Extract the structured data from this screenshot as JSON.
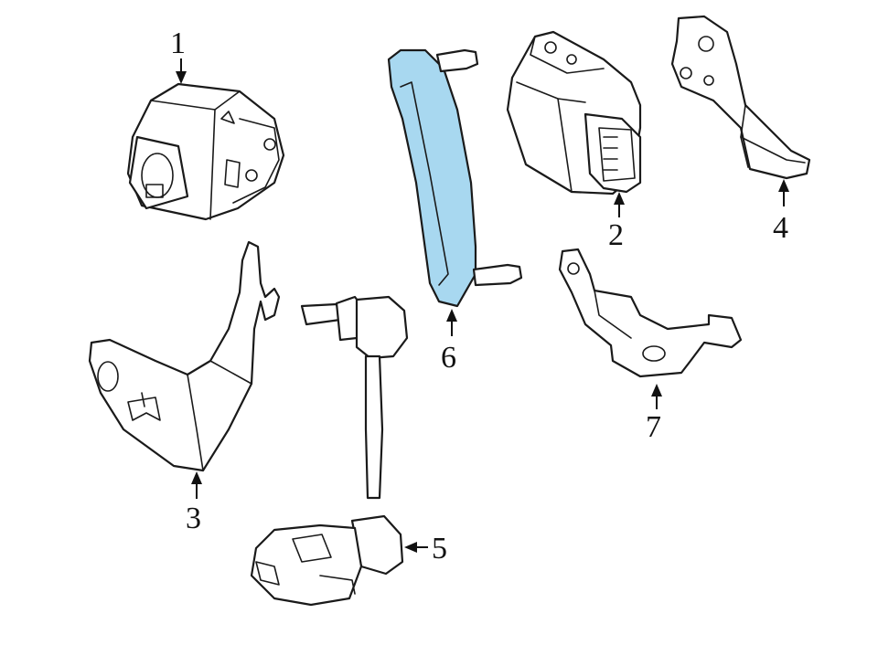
{
  "colors": {
    "highlight": "#a8d8f0",
    "line": "#1a1a1a",
    "background": "#ffffff"
  },
  "highlighted_part": "6",
  "callouts": [
    {
      "id": "1",
      "label": "1"
    },
    {
      "id": "2",
      "label": "2"
    },
    {
      "id": "3",
      "label": "3"
    },
    {
      "id": "4",
      "label": "4"
    },
    {
      "id": "5",
      "label": "5"
    },
    {
      "id": "6",
      "label": "6"
    },
    {
      "id": "7",
      "label": "7"
    }
  ]
}
